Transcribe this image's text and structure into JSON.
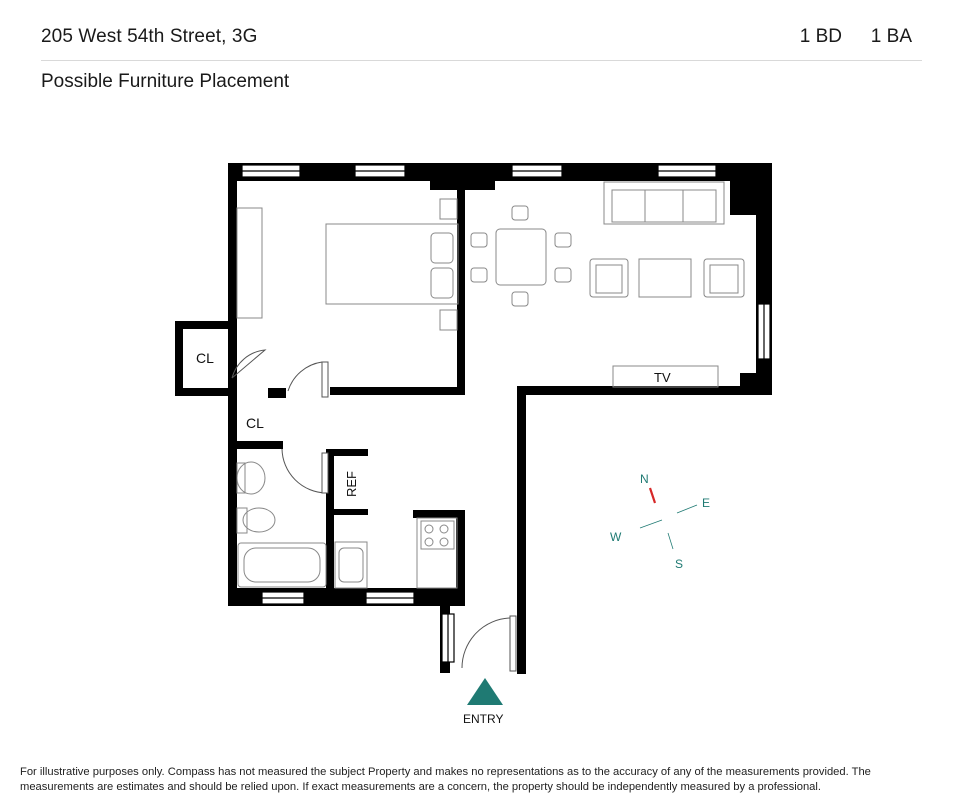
{
  "header": {
    "address": "205 West 54th Street, 3G",
    "beds": "1 BD",
    "baths": "1 BA"
  },
  "subtitle": "Possible Furniture Placement",
  "plan": {
    "closet_label_1": "CL",
    "closet_label_2": "CL",
    "fridge_label": "REF",
    "tv_label": "TV",
    "entry_label": "ENTRY"
  },
  "compass": {
    "north": "N",
    "east": "E",
    "south": "S",
    "west": "W",
    "north_color": "#d62828",
    "accent_color": "#1f7a73"
  },
  "colors": {
    "entry_marker": "#1f7a73"
  },
  "disclaimer": "For illustrative purposes only. Compass has not measured the subject Property and makes no representations as to the accuracy of any of the measurements provided. The measurements are estimates and should be relied upon. If exact measurements are a concern, the property should be independently measured by a professional."
}
